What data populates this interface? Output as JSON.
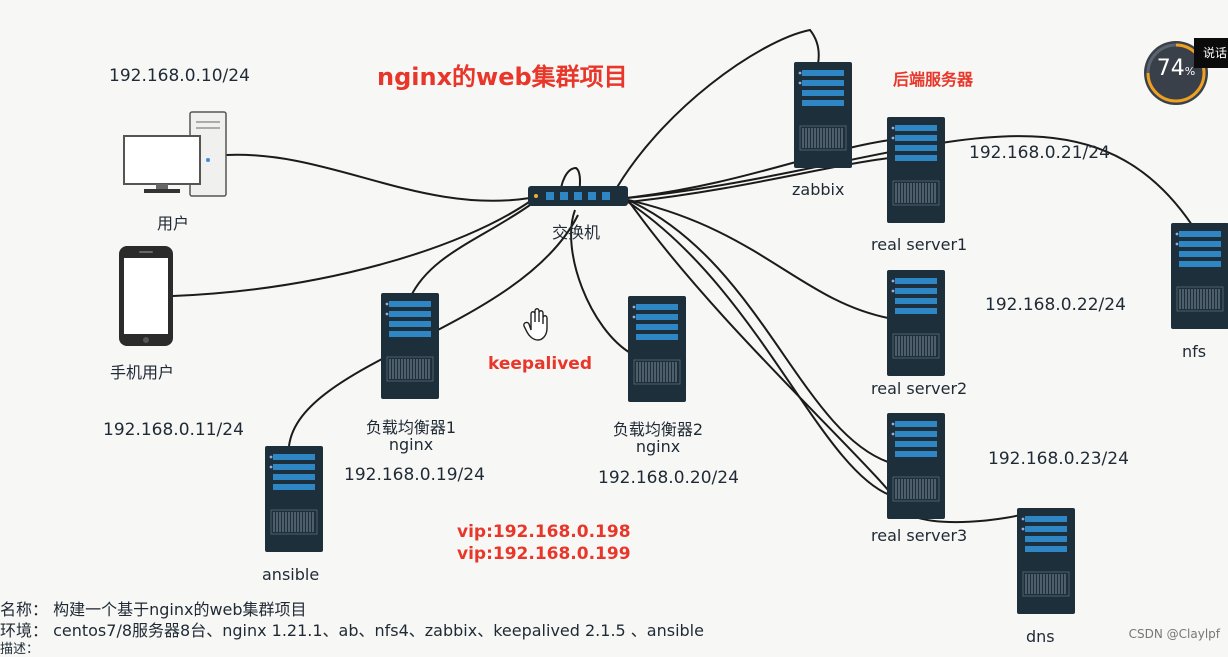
{
  "title": "nginx的web集群项目",
  "backend_label": "后端服务器",
  "keepalived_label": "keepalived",
  "vips": [
    "vip:192.168.0.198",
    "vip:192.168.0.199"
  ],
  "switch": {
    "label": "交换机"
  },
  "user_pc": {
    "ip": "192.168.0.10/24",
    "label": "用户"
  },
  "mobile_user": {
    "label": "手机用户",
    "ip": "192.168.0.11/24"
  },
  "lb1": {
    "label": "负载均衡器1",
    "sub": "nginx",
    "ip": "192.168.0.19/24"
  },
  "lb2": {
    "label": "负载均衡器2",
    "sub": "nginx",
    "ip": "192.168.0.20/24"
  },
  "zabbix": {
    "label": "zabbix"
  },
  "rs1": {
    "label": "real server1",
    "ip": "192.168.0.21/24"
  },
  "rs2": {
    "label": "real server2",
    "ip": "192.168.0.22/24"
  },
  "rs3": {
    "label": "real server3",
    "ip": "192.168.0.23/24"
  },
  "nfs": {
    "label": "nfs"
  },
  "dns": {
    "label": "dns"
  },
  "ansible": {
    "label": "ansible"
  },
  "project": {
    "name_line": "名称： 构建一个基于nginx的web集群项目",
    "env_line": "环境： centos7/8服务器8台、nginx 1.21.1、ab、nfs4、zabbix、keepalived 2.1.5 、ansible",
    "desc_line": "描述："
  },
  "overlay": {
    "gauge_value": "74",
    "gauge_unit": "%",
    "tooltip": "说话"
  },
  "watermark": "CSDN @Claylpf",
  "colors": {
    "red": "#e8372a",
    "server": "#1e2f3c",
    "stripe": "#2f86c4"
  }
}
